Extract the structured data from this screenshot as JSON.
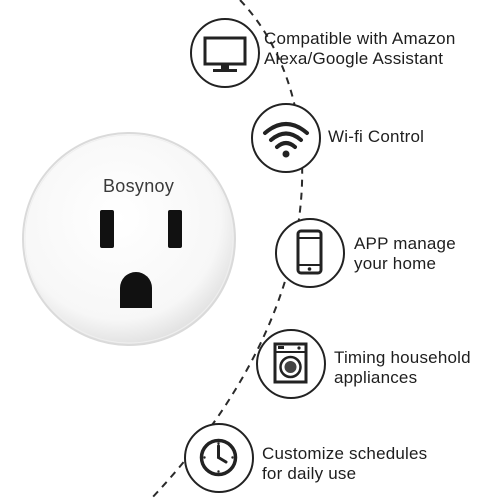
{
  "product": {
    "brand": "Bosynoy"
  },
  "features": [
    {
      "icon": "monitor-icon",
      "lines": [
        "Compatible with Amazon",
        "Alexa/Google Assistant"
      ]
    },
    {
      "icon": "wifi-icon",
      "lines": [
        "Wi-fi Control"
      ]
    },
    {
      "icon": "smartphone-icon",
      "lines": [
        "APP manage",
        "your home"
      ]
    },
    {
      "icon": "washing-machine-icon",
      "lines": [
        "Timing household",
        "appliances"
      ]
    },
    {
      "icon": "clock-icon",
      "lines": [
        "Customize schedules",
        "for daily use"
      ]
    }
  ],
  "colors": {
    "outline": "#222222",
    "plug_body": "#ffffff",
    "plug_shadow": "#d7d7d7"
  }
}
